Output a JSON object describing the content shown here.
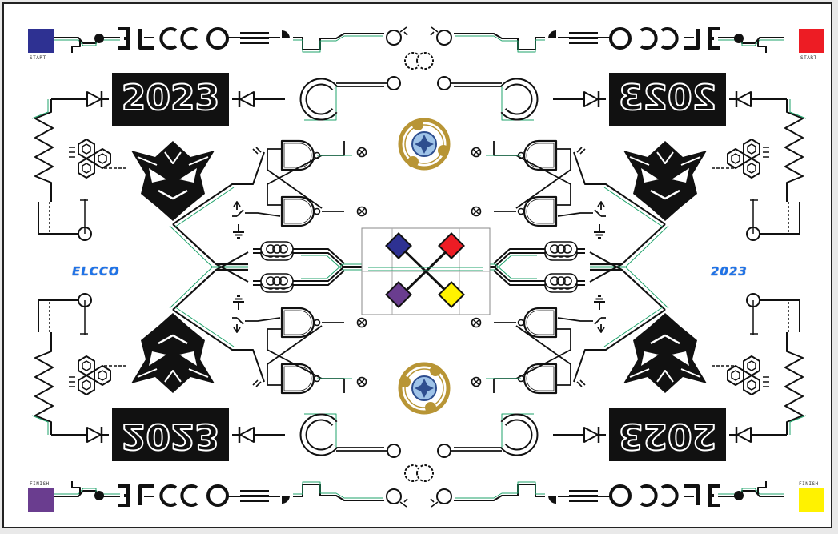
{
  "board": {
    "title_text": "ELCCO",
    "year_text": "2023",
    "side_logo_left": "ELCCO",
    "side_logo_right": "2023"
  },
  "zones": {
    "top_left_label": "START",
    "top_right_label": "START",
    "bottom_left_label": "FINISH",
    "bottom_right_label": "FINISH"
  },
  "colors": {
    "blue": "#2e3192",
    "red": "#ed1c24",
    "purple": "#6a3d8f",
    "yellow": "#fff200",
    "trace": "#111111",
    "track": "#1fa36b",
    "logo": "#1e73e8",
    "badge": "#b89535"
  },
  "center_diamonds": [
    {
      "name": "blue-diamond",
      "color": "#2e3192"
    },
    {
      "name": "red-diamond",
      "color": "#ed1c24"
    },
    {
      "name": "purple-diamond",
      "color": "#6a3d8f"
    },
    {
      "name": "yellow-diamond",
      "color": "#fff200"
    }
  ],
  "icons": [
    "nand-gate-icon",
    "diode-icon",
    "resistor-icon",
    "inductor-icon",
    "ground-icon",
    "switch-icon",
    "lamp-icon",
    "hex-cluster-icon",
    "mask-icon",
    "badge-icon"
  ]
}
